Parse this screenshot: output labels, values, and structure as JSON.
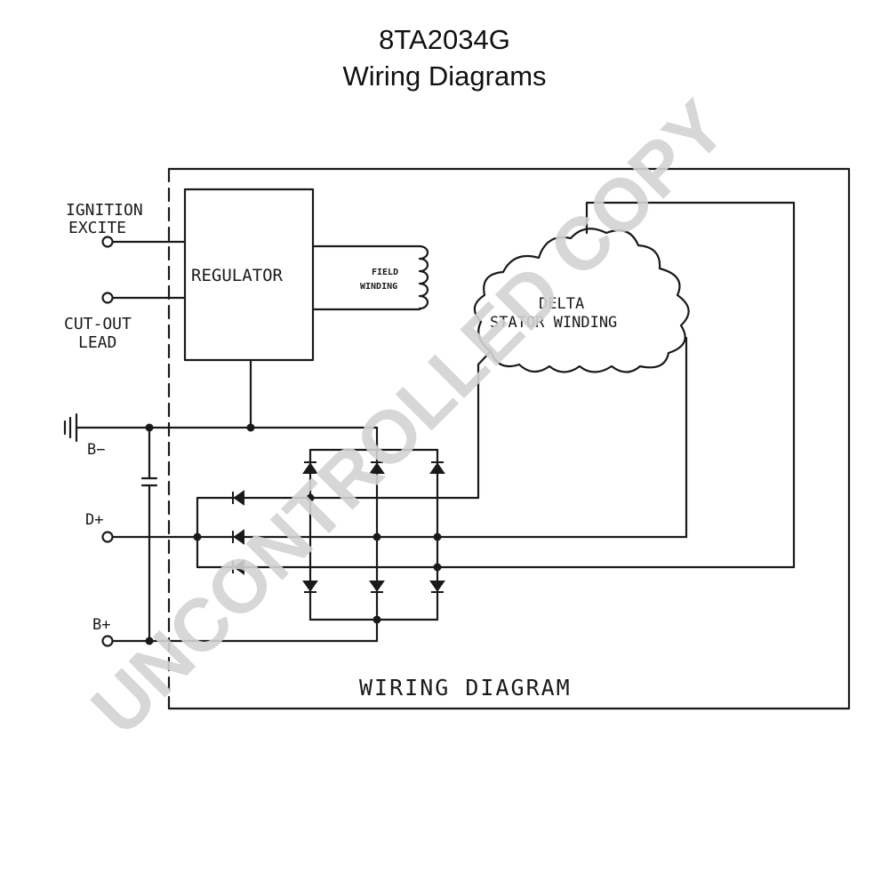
{
  "header": {
    "title": "8TA2034G",
    "subtitle": "Wiring Diagrams"
  },
  "diagram": {
    "ignition_label_1": "IGNITION",
    "ignition_label_2": "EXCITE",
    "cutout_label_1": "CUT-OUT",
    "cutout_label_2": "LEAD",
    "regulator_label": "REGULATOR",
    "field_label_1": "FIELD",
    "field_label_2": "WINDING",
    "stator_label_1": "DELTA",
    "stator_label_2": "STATOR WINDING",
    "bminus_label": "B−",
    "dplus_label": "D+",
    "bplus_label": "B+",
    "footer_label": "WIRING DIAGRAM"
  },
  "watermark": {
    "text": "UNCONTROLLED COPY",
    "color": "#d3d3d3"
  },
  "colors": {
    "line": "#1a1a1a",
    "background": "#ffffff"
  }
}
